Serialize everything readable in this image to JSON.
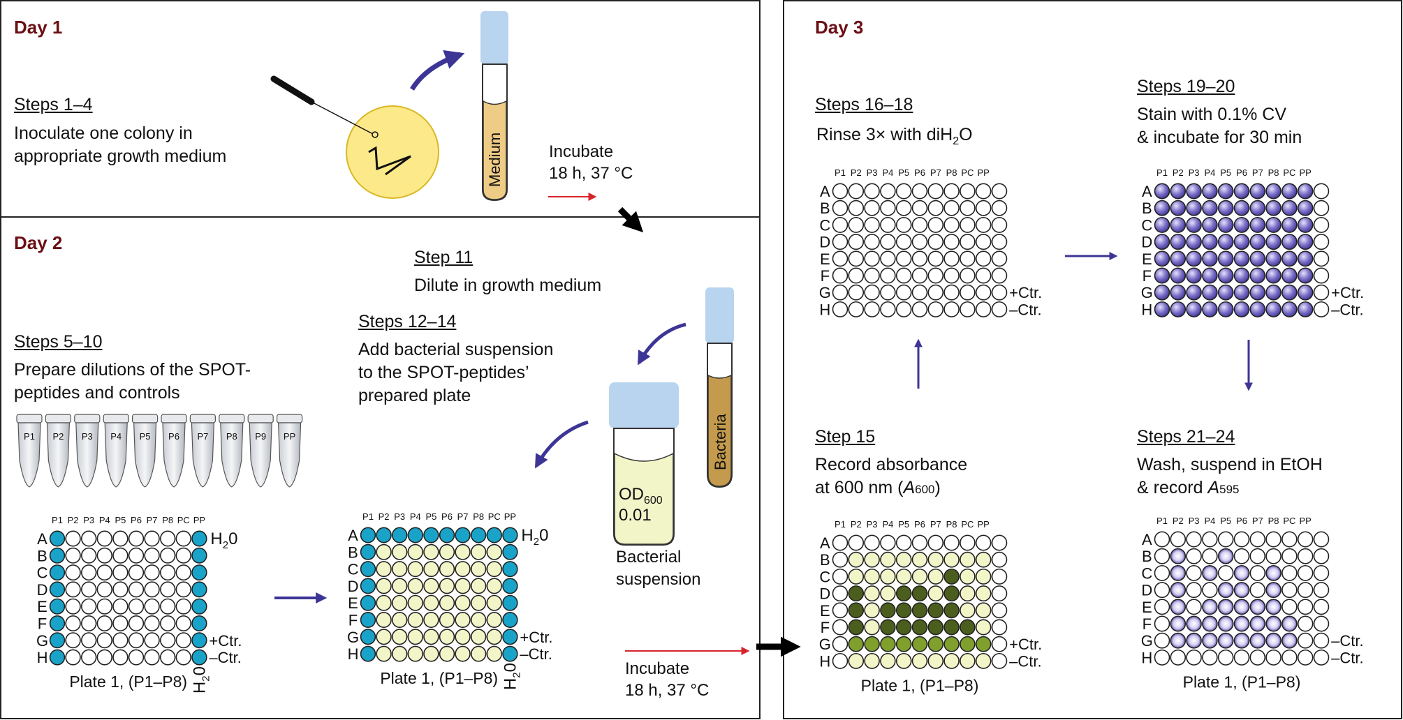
{
  "day1": {
    "title": "Day 1",
    "step": "Steps 1–4",
    "desc": [
      "Inoculate one colony in",
      "appropriate growth medium"
    ],
    "tube_label": "Medium",
    "incubate": [
      "Incubate",
      "18 h, 37 °C"
    ]
  },
  "day2": {
    "title": "Day 2",
    "steps_5_10": {
      "step": "Steps 5–10",
      "desc": [
        "Prepare dilutions of the SPOT-",
        "peptides and controls"
      ]
    },
    "tubes": [
      "P1",
      "P2",
      "P3",
      "P4",
      "P5",
      "P6",
      "P7",
      "P8",
      "P9",
      "PP"
    ],
    "step11": {
      "step": "Step 11",
      "desc": "Dilute in growth medium"
    },
    "steps_12_14": {
      "step": "Steps 12–14",
      "desc": [
        "Add bacterial suspension",
        "to the SPOT-peptides’",
        "prepared plate"
      ]
    },
    "bacteria_tube": "Bacteria",
    "od_label": "OD",
    "od_sub": "600",
    "od_value": "0.01",
    "susp_label": [
      "Bacterial",
      "suspension"
    ],
    "incubate": [
      "Incubate",
      "18 h, 37 °C"
    ]
  },
  "day3": {
    "title": "Day 3",
    "steps_16_18": {
      "step": "Steps 16–18",
      "desc_pre": "Rinse 3× with diH",
      "desc_sub": "2",
      "desc_post": "O"
    },
    "steps_19_20": {
      "step": "Steps 19–20",
      "desc": [
        "Stain with 0.1% CV",
        "& incubate for 30 min"
      ]
    },
    "step15": {
      "step": "Step 15",
      "desc": [
        "Record absorbance",
        "at 600 nm ("
      ],
      "a": "A",
      "a_sub": "600",
      "close": ")"
    },
    "steps_21_24": {
      "step": "Steps 21–24",
      "desc1": "Wash, suspend in EtOH",
      "desc2_pre": "& record ",
      "a": "A",
      "a_sub": "595"
    }
  },
  "plate": {
    "columns": [
      "P1",
      "P2",
      "P3",
      "P4",
      "P5",
      "P6",
      "P7",
      "P8",
      "PC",
      "PP"
    ],
    "rows": [
      "A",
      "B",
      "C",
      "D",
      "E",
      "F",
      "G",
      "H"
    ],
    "caption": "Plate 1, (P1–P8)",
    "plus_ctr": "+Ctr.",
    "minus_ctr": "–Ctr.",
    "h2o": "H",
    "h2o_sub": "2",
    "h2o_post": "0"
  },
  "colors": {
    "day_title": "#6b0f14",
    "arrow_purple": "#3d3596",
    "arrow_red": "#d8232a",
    "water_blue": "#1aa3c9",
    "suspension_yellow": "#f2f5c8",
    "cv_purple": "#5b4fb0",
    "dark_green": "#4c5e1e",
    "mid_green": "#7fa02c",
    "tube_cap": "#b9d4ef",
    "medium": "#efcc85",
    "bacteria": "#c49a4c",
    "petri": "#fbe98a"
  },
  "plate_states": {
    "plate_a": [
      "EWWWWWWWWE",
      "EWWWWWWWWE",
      "EWWWWWWWWE",
      "EWWWWWWWWE",
      "EWWWWWWWWE",
      "EWWWWWWWWE",
      "EWWWWWWWWE",
      "EWWWWWWWWE"
    ],
    "plate_b": [
      "EEEEEEEEEE",
      "EYYYYYYYYE",
      "EYYYYYYYYE",
      "EYYYYYYYYE",
      "EYYYYYYYYE",
      "EYYYYYYYYE",
      "EYYYYYYYYE",
      "EYYYYYYYYE"
    ],
    "plate_c": [
      "WWWWWWWWWWW",
      "WWWWWWWWWWW",
      "WWWWWWWWWWW",
      "WWWWWWWWWWW",
      "WWWWWWWWWWW",
      "WWWWWWWWWWW",
      "WWWWWWWWWWW",
      "WWWWWWWWWWW"
    ],
    "plate_d": [
      "PPPPPPPPPPW",
      "PPPPPPPPPPW",
      "PPPPPPPPPPW",
      "PPPPPPPPPPW",
      "PPPPPPPPPPW",
      "PPPPPPPPPPW",
      "PPPPPPPPPPW",
      "PPPPPPPPPPW"
    ],
    "plate_e": [
      "WWWWWWWWWWW",
      "WYYYYYYYYYW",
      "WYYYYYYDYYW",
      "WDYYDDYDYYW",
      "WDYDDDDDYYW",
      "WDYDDDDDDYW",
      "WMMMMMMMMMW",
      "WYYYYYYYYYW"
    ],
    "plate_f": [
      "WWWWWWWWWWW",
      "WLWWLWWWWWW",
      "WLWLWLWLWWW",
      "WLWWLLWLWWW",
      "WLWLLLLLWWW",
      "WLLLLLLLLWW",
      "WLLLLLLLLWW",
      "WWWWWWWWWWW"
    ]
  }
}
